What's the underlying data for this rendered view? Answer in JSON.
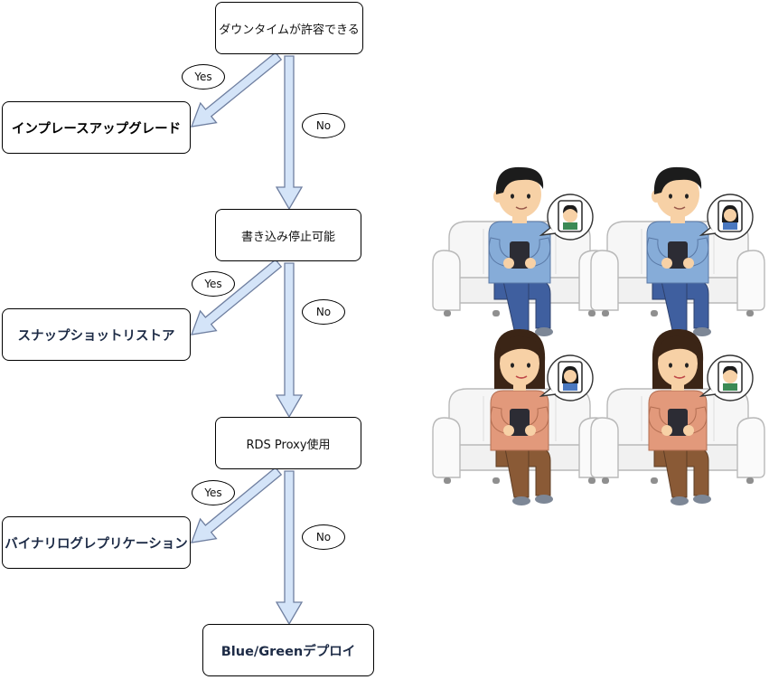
{
  "nodes": {
    "q1": "ダウンタイムが許容できる",
    "r1": "インプレースアップグレード",
    "q2": "書き込み停止可能",
    "r2": "スナップショットリストア",
    "q3": "RDS Proxy使用",
    "r3": "バイナリログレプリケーション",
    "r4": "Blue/Greenデプロイ"
  },
  "labels": {
    "yes": "Yes",
    "no": "No"
  },
  "colors": {
    "arrow_fill": "#d4e4f8",
    "arrow_stroke": "#6f7fa0",
    "sofa": "#f6f6f6",
    "man_shirt": "#86acd8",
    "man_pants": "#3f5f9f",
    "woman_shirt": "#e2997b",
    "woman_pants": "#8a5a36",
    "skin": "#f7d1a6",
    "hair": "#1c1c1c",
    "woman_hair": "#3b2516"
  },
  "illustration": {
    "description": "four-people-sitting-on-sofas-looking-at-phones",
    "figures": [
      "man-left",
      "man-right",
      "woman-left",
      "woman-right"
    ]
  }
}
